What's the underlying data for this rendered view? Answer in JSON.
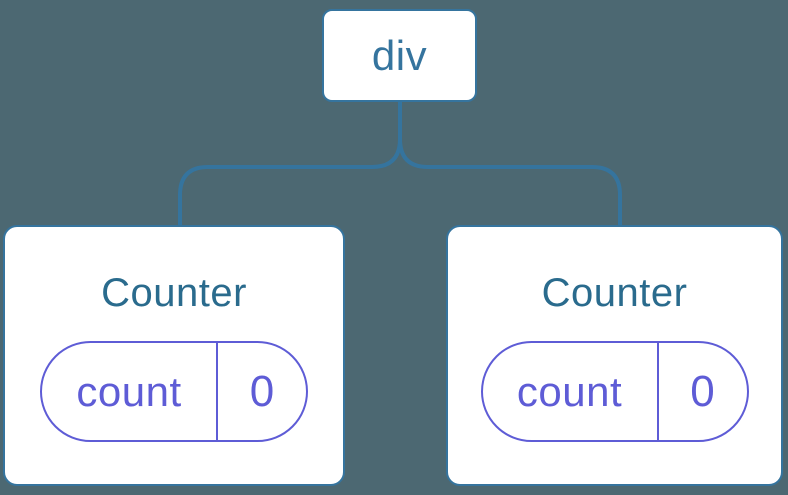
{
  "colors": {
    "background": "#4C6872",
    "tree_blue": "#35749E",
    "title_blue": "#2A6B8D",
    "state_purple": "#5E5CD6",
    "card_bg": "#FFFFFF"
  },
  "diagram": {
    "root": {
      "label": "div"
    },
    "children": [
      {
        "title": "Counter",
        "state": {
          "key": "count",
          "value": "0"
        }
      },
      {
        "title": "Counter",
        "state": {
          "key": "count",
          "value": "0"
        }
      }
    ]
  }
}
